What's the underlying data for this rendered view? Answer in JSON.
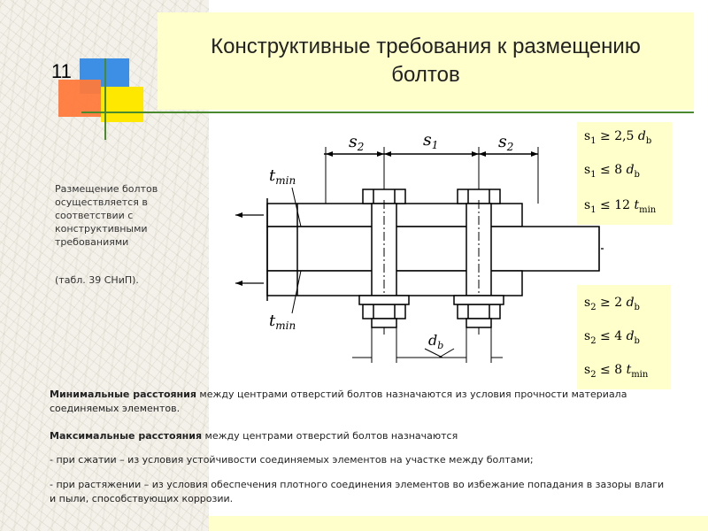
{
  "slide": {
    "number": "11",
    "title": "Конструктивные требования к размещению болтов"
  },
  "side_note": {
    "text": "Размещение болтов осуществляется в соответствии с конструктивными требованиями",
    "ref": "(табл. 39 СНиП)."
  },
  "diagram": {
    "s2_left": "s",
    "s2_left_sub": "2",
    "s1": "s",
    "s1_sub": "1",
    "s2_right": "s",
    "s2_right_sub": "2",
    "tmin_top": "t",
    "tmin_top_sub": "min",
    "tmin_bottom": "t",
    "tmin_bottom_sub": "min",
    "db": "d",
    "db_sub": "b"
  },
  "formulas_s1": [
    {
      "var": "s",
      "var_sub": "1",
      "op": " ≥ 2,5 ",
      "unit": "d",
      "unit_sub": "b"
    },
    {
      "var": "s",
      "var_sub": "1",
      "op": " ≤ 8 ",
      "unit": "d",
      "unit_sub": "b"
    },
    {
      "var": "s",
      "var_sub": "1",
      "op": " ≤ 12 ",
      "unit": "t",
      "unit_sub": "min"
    }
  ],
  "formulas_s2": [
    {
      "var": "s",
      "var_sub": "2",
      "op": " ≥ 2 ",
      "unit": "d",
      "unit_sub": "b"
    },
    {
      "var": "s",
      "var_sub": "2",
      "op": " ≤ 4 ",
      "unit": "d",
      "unit_sub": "b"
    },
    {
      "var": "s",
      "var_sub": "2",
      "op": " ≤ 8 ",
      "unit": "t",
      "unit_sub": "min"
    }
  ],
  "body": {
    "p1_bold": "Минимальные расстояния",
    "p1_rest": " между центрами отверстий болтов назначаются из условия прочности материала соединяемых элементов.",
    "p2_bold": "Максимальные расстояния",
    "p2_rest": " между центрами отверстий болтов назначаются",
    "p3": "- при сжатии – из условия устойчивости соединяемых элементов на участке между болтами;",
    "p4": "- при растяжении – из условия обеспечения плотного соединения элементов во избежание попадания в зазоры влаги и пыли, способствующих коррозии."
  },
  "colors": {
    "title_bg": "#ffffcc",
    "accent_line": "#4a8a2e",
    "square_blue": "#3d8fe6",
    "square_yellow": "#ffe800",
    "square_orange": "#ff7a3c"
  }
}
